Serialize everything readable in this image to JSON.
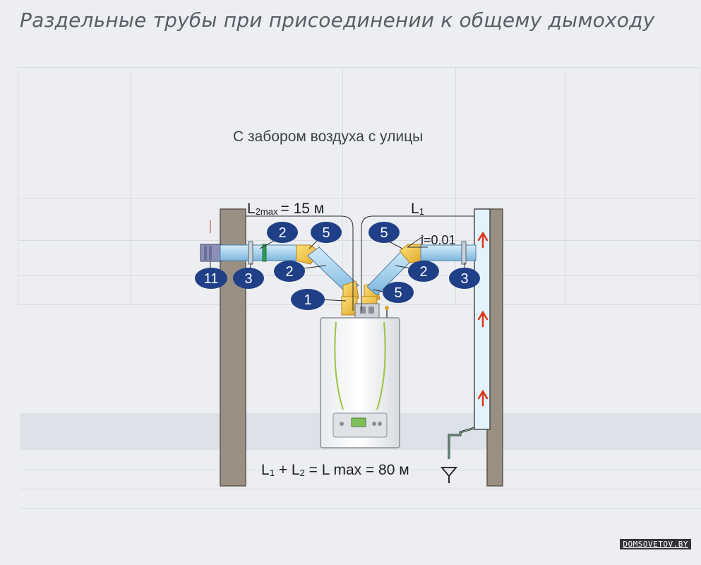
{
  "page": {
    "title": "Раздельные трубы при присоединении к общему дымоходу",
    "subtitle": "С забором воздуха с улицы",
    "watermark": "DOMSOVETOV.BY"
  },
  "dimensions": {
    "l2max_main": "L",
    "l2max_sub": "2max",
    "l2max_value": "= 15 м",
    "l1_main": "L",
    "l1_sub": "1",
    "slope": "i=0.01",
    "total_l1": "L",
    "total_l1_sub": "1",
    "total_plus": " + L",
    "total_l2_sub": "2",
    "total_value": " = L max = 80 м"
  },
  "callouts": [
    {
      "id": "callout-2-left-top",
      "label": "2"
    },
    {
      "id": "callout-5-left-top",
      "label": "5"
    },
    {
      "id": "callout-2-left-bottom",
      "label": "2"
    },
    {
      "id": "callout-11",
      "label": "11"
    },
    {
      "id": "callout-3-left",
      "label": "3"
    },
    {
      "id": "callout-1",
      "label": "1"
    },
    {
      "id": "callout-5-right-top",
      "label": "5"
    },
    {
      "id": "callout-2-right",
      "label": "2"
    },
    {
      "id": "callout-5-right-bottom",
      "label": "5"
    },
    {
      "id": "callout-3-right",
      "label": "3"
    }
  ],
  "colors": {
    "badge": "#1f3f86",
    "pipe": "#a9d3ee",
    "pipe_dark": "#5d9fce",
    "elbow": "#f0c23c",
    "wall": "#9a8f83",
    "arrow": "#d9381e",
    "boiler_accent": "#9bc53d"
  }
}
